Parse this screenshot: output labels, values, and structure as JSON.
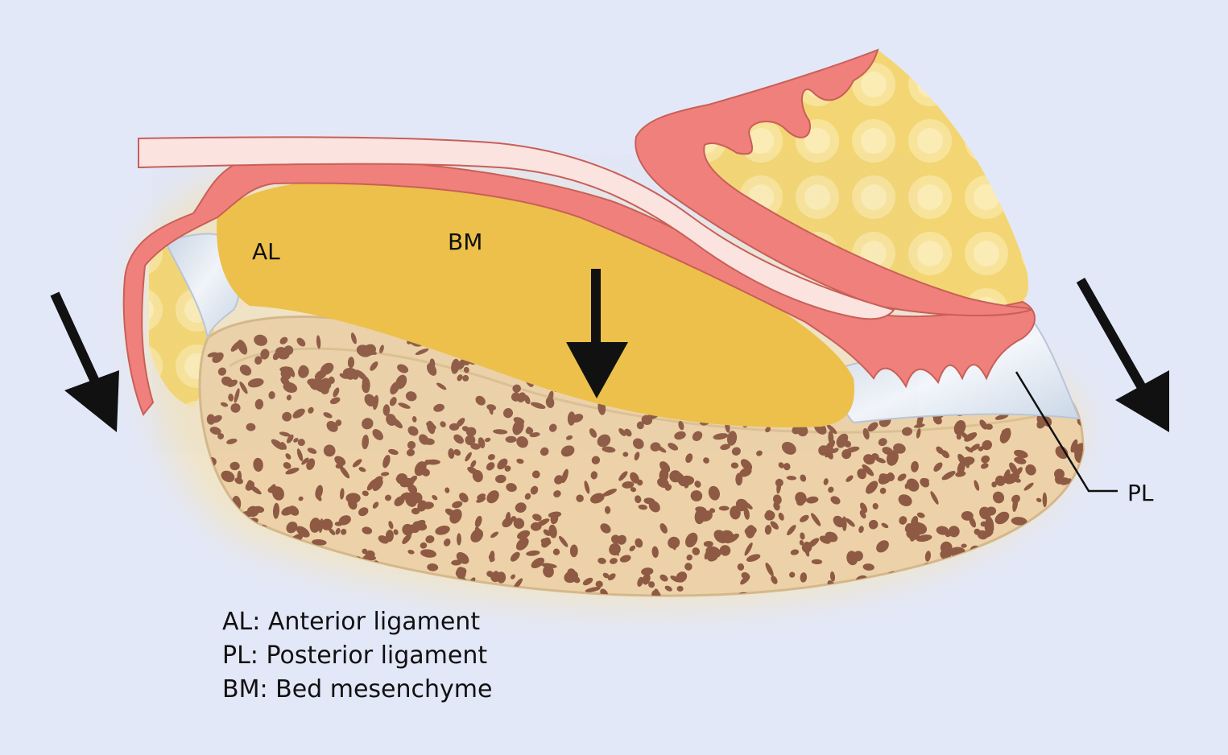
{
  "labels": {
    "al": "AL",
    "bm": "BM",
    "pl": "PL"
  },
  "legend": [
    "AL: Anterior ligament",
    "PL: Posterior ligament",
    "BM: Bed mesenchyme"
  ],
  "colors": {
    "background": "#e3e8f8",
    "nail_plate": "#fbe3df",
    "epithelium": "#f0807b",
    "mesenchyme": "#eec24c",
    "ligament": "#dde6f0",
    "bone_cortex": "#edd2a9",
    "bone_pores": "#8e5a43",
    "fat": "#f5dc86",
    "arrow": "#111111"
  }
}
